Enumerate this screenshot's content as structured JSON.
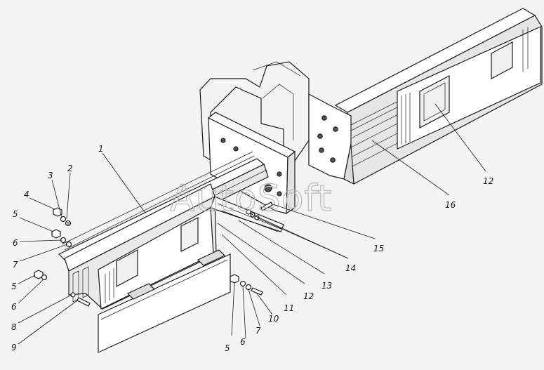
{
  "diagram": {
    "watermark": "AutoSoft",
    "labels": {
      "c1": "1",
      "c2": "2",
      "c3": "3",
      "c4": "4",
      "c5a": "5",
      "c6a": "6",
      "c7a": "7",
      "c5b": "5",
      "c6b": "6",
      "c8": "8",
      "c9": "9",
      "c5c": "5",
      "c6c": "6",
      "c7c": "7",
      "c10": "10",
      "c11": "11",
      "c12a": "12",
      "c13": "13",
      "c14": "14",
      "c15": "15",
      "c16": "16",
      "c12b": "12"
    }
  }
}
